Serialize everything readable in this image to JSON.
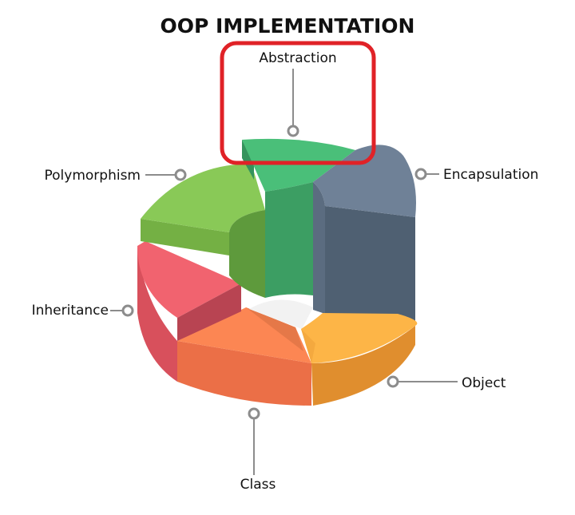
{
  "title": "OOP IMPLEMENTATION",
  "segments": [
    {
      "key": "abstraction",
      "label": "Abstraction",
      "top": "#4ABF79",
      "side": "#34935C",
      "inner": "#3C9E63"
    },
    {
      "key": "encapsulation",
      "label": "Encapsulation",
      "top": "#6F8197",
      "side": "#4F6072",
      "inner": "#5B6C80"
    },
    {
      "key": "object",
      "label": "Object",
      "top": "#FDB547",
      "side": "#E08E2E",
      "inner": "#F4A93F"
    },
    {
      "key": "class",
      "label": "Class",
      "top": "#FC8653",
      "side": "#EB6F47",
      "inner": "#E57848"
    },
    {
      "key": "inheritance",
      "label": "Inheritance",
      "top": "#F1636F",
      "side": "#D8505C",
      "inner": "#B84452"
    },
    {
      "key": "polymorphism",
      "label": "Polymorphism",
      "top": "#89C957",
      "side": "#74B044",
      "inner": "#5E9A3C"
    }
  ],
  "highlight": {
    "target": "abstraction",
    "color": "#E02227"
  },
  "connector_color": "#8C8C8C"
}
